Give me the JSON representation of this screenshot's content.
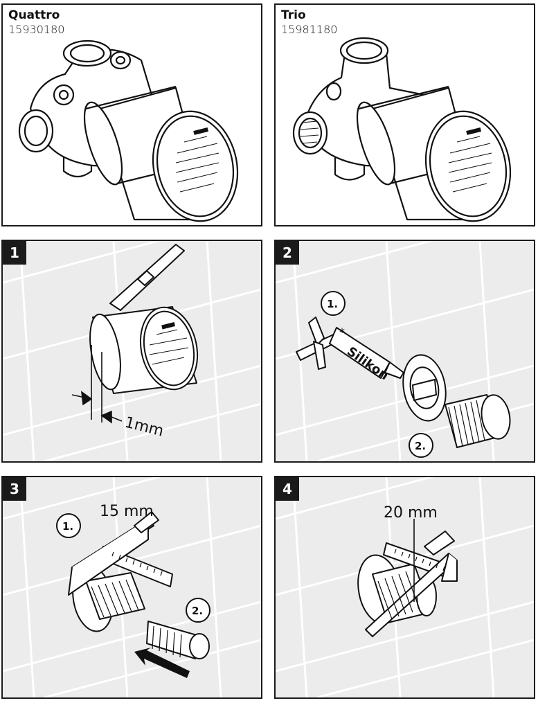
{
  "products": [
    {
      "name": "Quattro",
      "code": "15930180"
    },
    {
      "name": "Trio",
      "code": "15981180"
    }
  ],
  "steps": [
    {
      "number": "1",
      "measure": "1mm"
    },
    {
      "number": "2",
      "label": "Silikon",
      "sub1": "1.",
      "sub2": "2."
    },
    {
      "number": "3",
      "measure": "15 mm",
      "sub1": "1.",
      "sub2": "2."
    },
    {
      "number": "4",
      "measure": "20 mm"
    }
  ]
}
